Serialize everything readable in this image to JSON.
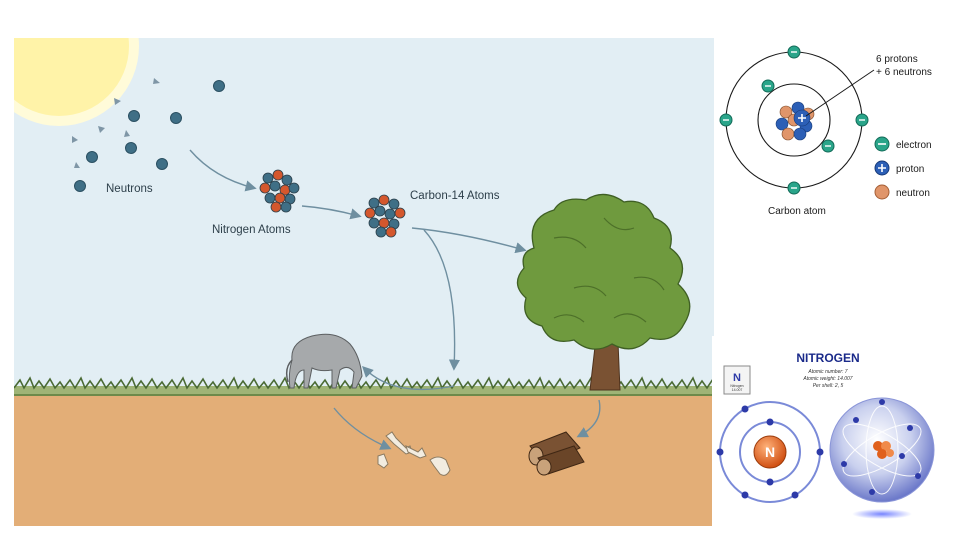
{
  "main": {
    "labels": {
      "neutrons": "Neutrons",
      "nitrogen_atoms": "Nitrogen Atoms",
      "carbon14_atoms": "Carbon-14 Atoms"
    },
    "colors": {
      "sky": "#e2eef4",
      "soil": "#e3ae77",
      "grass": "#5b7a3c",
      "tree": "#6f9a3e",
      "trunk": "#7a5233",
      "sun": "#fff3a8",
      "neutron": "#3f6f86",
      "proton": "#d4572d"
    }
  },
  "carbon_atom": {
    "callout": [
      "6 protons",
      "+ 6 neutrons"
    ],
    "caption": "Carbon atom",
    "legend": [
      {
        "icon": "electron-icon",
        "label": "electron"
      },
      {
        "icon": "proton-icon",
        "label": "proton"
      },
      {
        "icon": "neutron-icon",
        "label": "neutron"
      }
    ],
    "colors": {
      "electron": "#2aa58a",
      "proton": "#2c5fb6",
      "neutron": "#e0956a"
    }
  },
  "nitrogen_card": {
    "title": "NITROGEN",
    "symbol": "N",
    "tile_lines": [
      "Nitrogen",
      "14.007"
    ],
    "info_lines": [
      "Atomic number: 7",
      "Atomic weight: 14.007",
      "Per shell: 2, 5"
    ],
    "nucleus_symbol": "N",
    "colors": {
      "title": "#1a2a8a",
      "nucleus": "#e0601c",
      "electron": "#2d3aa8"
    }
  }
}
